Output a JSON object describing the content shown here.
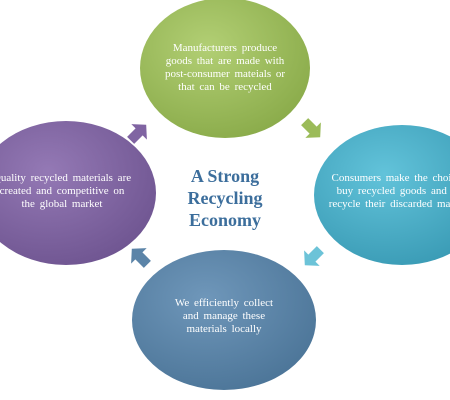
{
  "center_title": "A Strong Recycling Economy",
  "colors": {
    "top": "#9bbb59",
    "right": "#4bacc6",
    "bottom": "#5b84a8",
    "left": "#8064a2",
    "arrow_top_right": "#9bbb59",
    "arrow_right_bottom": "#6cc3d8",
    "arrow_bottom_left": "#5b84a8",
    "arrow_left_top": "#8064a2",
    "title": "#3c6e9c"
  },
  "nodes": {
    "top": {
      "label": "Manufacturers produce goods that are made with post-consumer mateials or that can be recycled"
    },
    "right": {
      "label": "Consumers make the choice to buy recycled goods and also recycle their discarded materials"
    },
    "bottom": {
      "label": "We efficiently collect and manage these materials locally"
    },
    "left": {
      "label": "Quality recycled materials are created and competitive on the global market"
    }
  }
}
